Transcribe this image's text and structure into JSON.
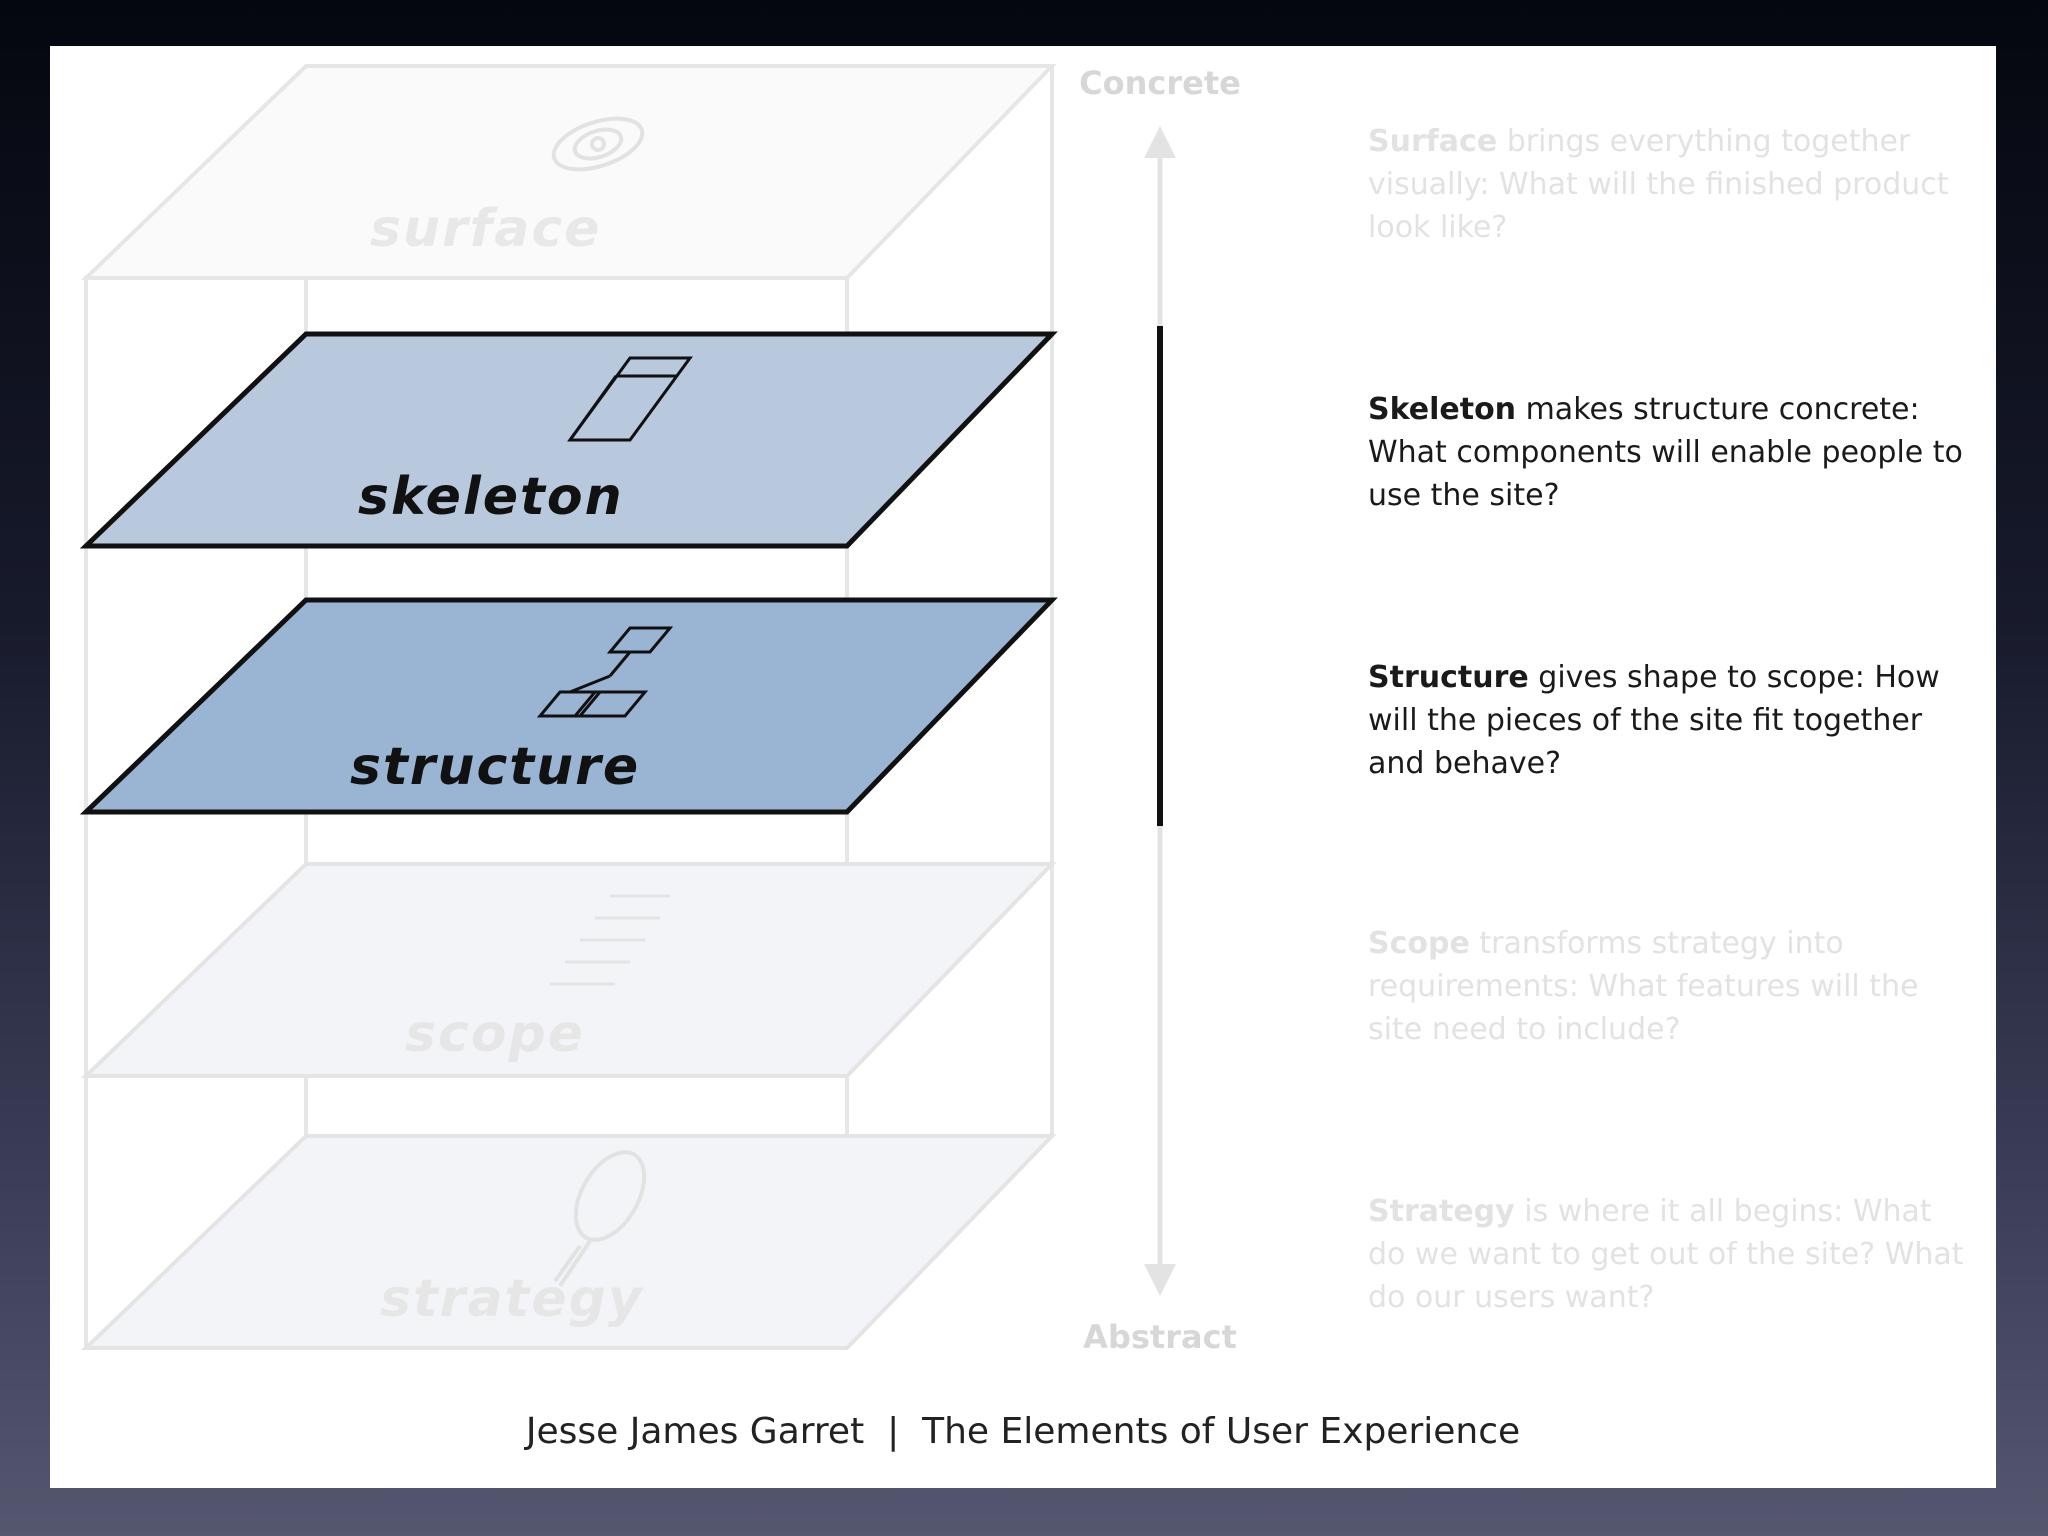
{
  "diagram": {
    "axis": {
      "top_label": "Concrete",
      "bottom_label": "Abstract"
    },
    "planes": [
      {
        "id": "surface",
        "label": "surface",
        "active": false
      },
      {
        "id": "skeleton",
        "label": "skeleton",
        "active": true
      },
      {
        "id": "structure",
        "label": "structure",
        "active": true
      },
      {
        "id": "scope",
        "label": "scope",
        "active": false
      },
      {
        "id": "strategy",
        "label": "strategy",
        "active": false
      }
    ],
    "descriptions": [
      {
        "term": "Surface",
        "text": " brings everything together visually: What will the finished product look like?",
        "active": false
      },
      {
        "term": "Skeleton",
        "text": " makes structure concrete: What components will enable people to use the site?",
        "active": true
      },
      {
        "term": "Structure",
        "text": " gives shape to scope: How will the pieces of the site fit together and behave?",
        "active": true
      },
      {
        "term": "Scope",
        "text": " transforms strategy into requirements: What features will the site need to include?",
        "active": false
      },
      {
        "term": "Strategy",
        "text": " is where it all begins: What do we want to get out of the site? What do our users want?",
        "active": false
      }
    ],
    "colors": {
      "skeleton_fill": "#b8c9de",
      "structure_fill": "#9ab4d3",
      "faded_fill": "#f2f4f7",
      "faded_stroke": "#e4e4e4",
      "active_stroke": "#111111"
    }
  },
  "caption": {
    "author": "Jesse James Garret",
    "separator": "|",
    "title": "The Elements of User Experience"
  }
}
